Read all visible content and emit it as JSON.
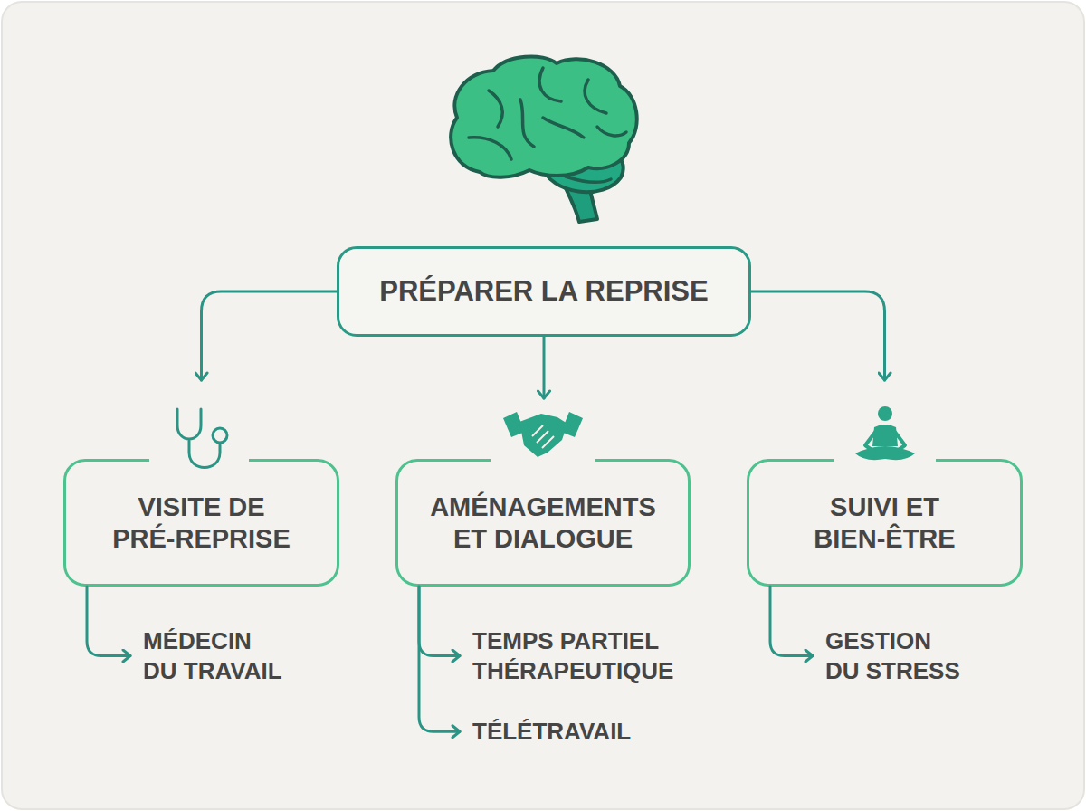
{
  "diagram": {
    "nodes": [
      {
        "text": [
          "PRÉPARER LA REPRISE"
        ]
      },
      {
        "text": [
          "VISITE DE PRÉ-REPRISE"
        ]
      },
      {
        "text": [
          "AMÉNAGEMENTS ET DIALOGUE"
        ]
      },
      {
        "text": [
          "SUIVI ET BIEN-ÊTRE"
        ]
      },
      {
        "text": [
          "MÉDECIN DU TRAVAIL"
        ]
      },
      {
        "text": [
          "TEMPS PARTIEL THÉRAPEUTIQUE"
        ]
      },
      {
        "text": [
          "TÉLÉTRAVAIL"
        ]
      },
      {
        "text": [
          "GESTION DU STRESS"
        ]
      }
    ],
    "edges": [
      {
        "from": 0,
        "to": 1,
        "arrow": "to"
      },
      {
        "from": 0,
        "to": 2,
        "arrow": "to"
      },
      {
        "from": 0,
        "to": 3,
        "arrow": "to"
      },
      {
        "from": 1,
        "to": 4,
        "arrow": "to"
      },
      {
        "from": 2,
        "to": 5,
        "arrow": "to"
      },
      {
        "from": 2,
        "to": 6,
        "arrow": "to"
      },
      {
        "from": 3,
        "to": 7,
        "arrow": "to"
      }
    ]
  }
}
